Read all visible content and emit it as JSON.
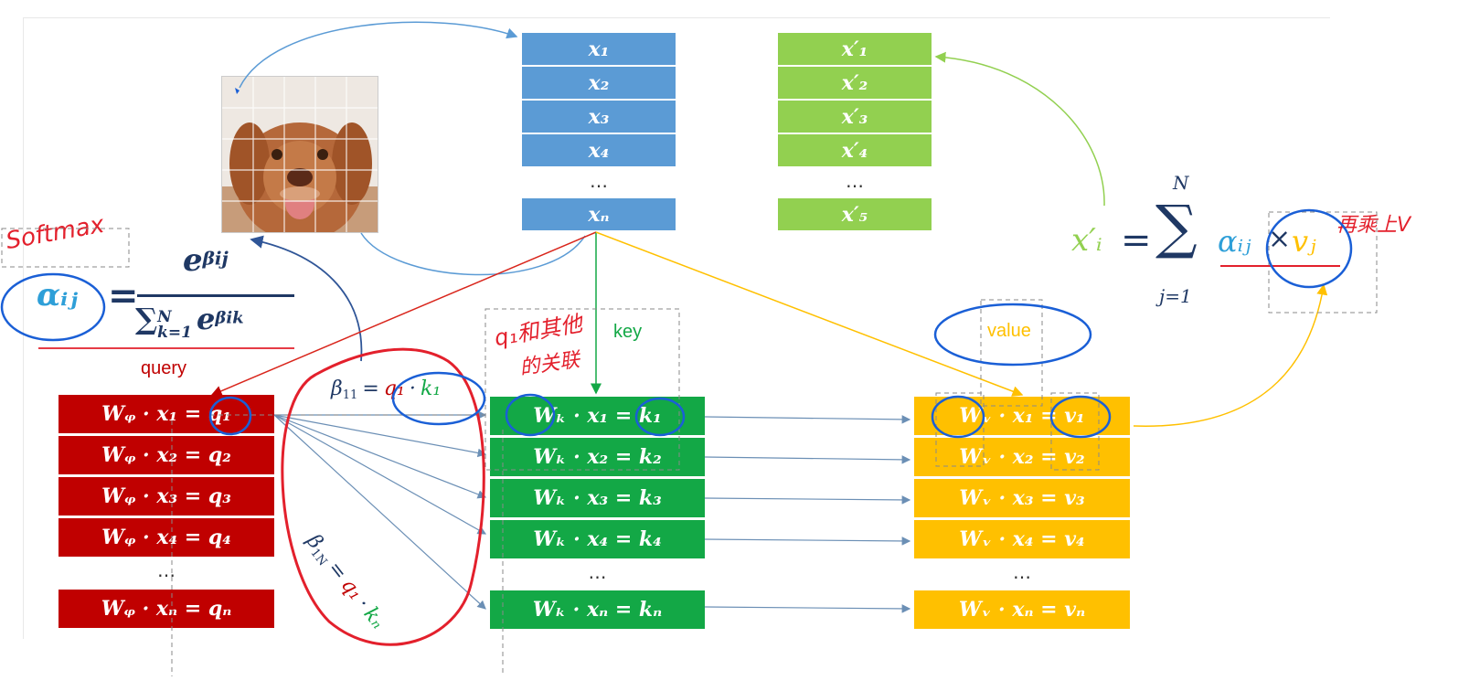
{
  "input_sequence": [
    "x₁",
    "x₂",
    "x₃",
    "x₄",
    "…",
    "xₙ"
  ],
  "output_sequence": [
    "x′₁",
    "x′₂",
    "x′₃",
    "x′₄",
    "…",
    "x′₅"
  ],
  "query_rows": [
    "Wᵩ · x₁ = q₁",
    "Wᵩ · x₂ = q₂",
    "Wᵩ · x₃ = q₃",
    "Wᵩ · x₄ = q₄",
    "…",
    "Wᵩ · xₙ = qₙ"
  ],
  "key_rows": [
    "Wₖ · x₁ = k₁",
    "Wₖ · x₂ = k₂",
    "Wₖ · x₃ = k₃",
    "Wₖ · x₄ = k₄",
    "…",
    "Wₖ · xₙ = kₙ"
  ],
  "value_rows": [
    "Wᵥ · x₁ = v₁",
    "Wᵥ · x₂ = v₂",
    "Wᵥ · x₃ = v₃",
    "Wᵥ · x₄ = v₄",
    "…",
    "Wᵥ · xₙ = vₙ"
  ],
  "labels": {
    "query": "query",
    "key": "key",
    "value": "value"
  },
  "formulas": {
    "softmax_lhs": "αᵢⱼ",
    "softmax_eq": "=",
    "softmax_num": "e",
    "softmax_num_exp": "βij",
    "softmax_den": "∑",
    "softmax_den_limits_top": "N",
    "softmax_den_limits_bottom": "k=1",
    "softmax_den_term": "e",
    "softmax_den_exp": "βik",
    "beta11_lhs": "β",
    "beta11_sub": "11",
    "beta11_eq": "=",
    "beta11_q": "q₁",
    "beta11_dot": "·",
    "beta11_k": "k₁",
    "beta1N_lhs": "β",
    "beta1N_sub": "1N",
    "beta1N_eq": "=",
    "beta1N_q": "q₁",
    "beta1N_dot": "·",
    "beta1N_k": "kₙ",
    "output_lhs": "x′ᵢ",
    "output_eq": "=",
    "output_sum": "∑",
    "output_sum_top": "N",
    "output_sum_bottom": "j=1",
    "output_alpha": "αᵢⱼ",
    "output_times": "×",
    "output_v": "vⱼ"
  },
  "annotations": {
    "softmax": "Softmax",
    "relation_line1": "q₁和其他",
    "relation_line2": "的关联",
    "multiply_v": "再乘上V"
  },
  "colors": {
    "input_blue": "#5b9bd5",
    "output_green": "#92d050",
    "query_red": "#c00000",
    "key_green": "#13a846",
    "value_yellow": "#ffc000",
    "annotation_red": "#e3202c",
    "annotation_blue": "#1a5fd6"
  },
  "image": {
    "subject": "dog photo with grid",
    "icon": "dog-image"
  }
}
